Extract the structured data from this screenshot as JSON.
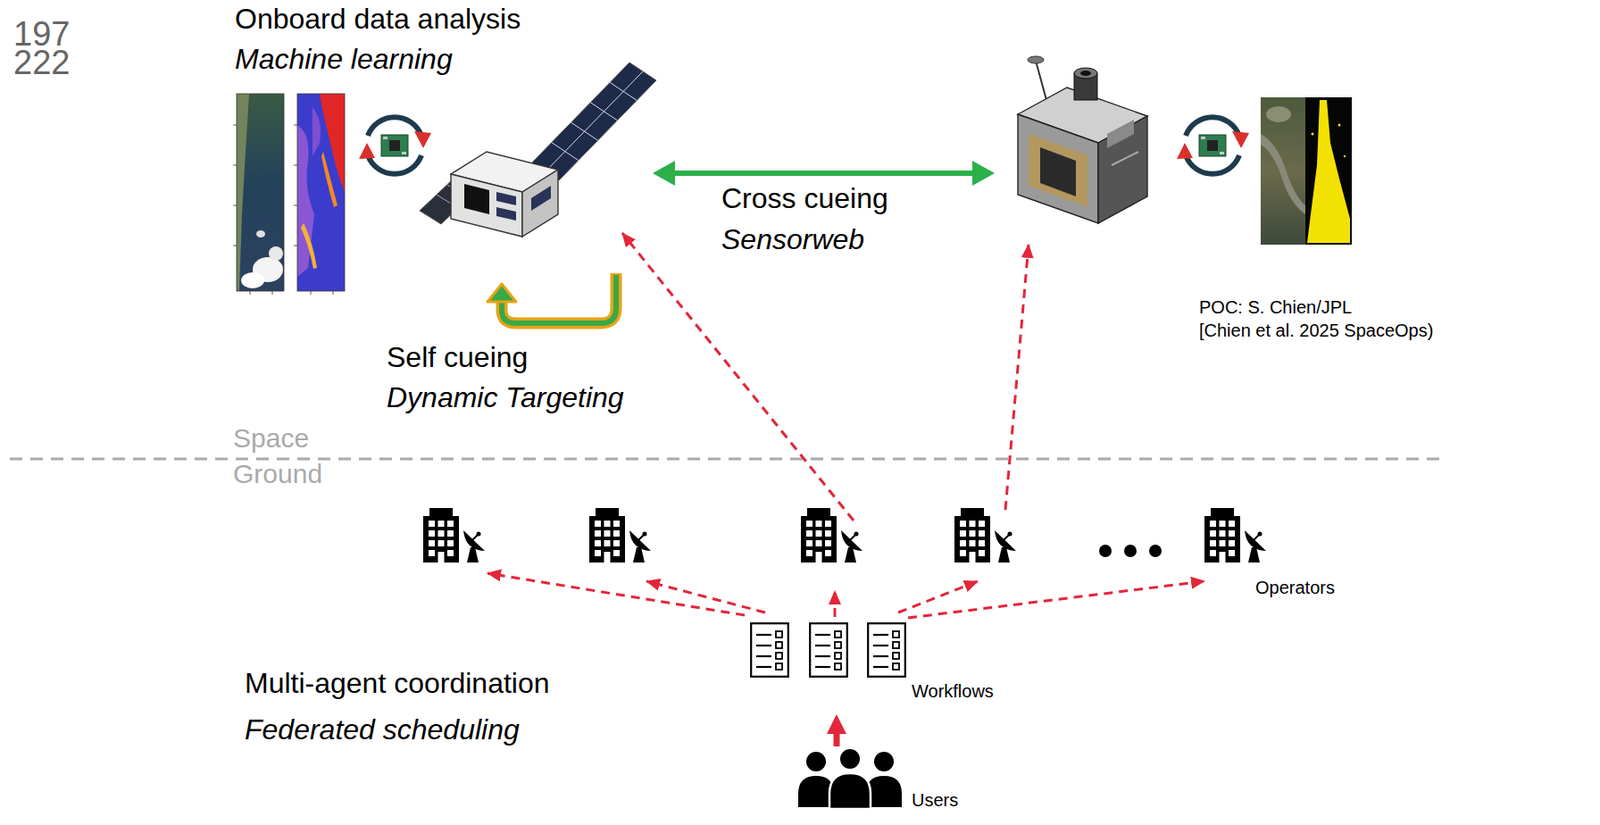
{
  "diagram": {
    "nodes": [
      {
        "text": [
          "Operators"
        ]
      },
      {
        "text": [
          "Workflows"
        ]
      },
      {
        "text": [
          "Users"
        ]
      }
    ],
    "edges": [
      {
        "from": 1,
        "to": 0,
        "arrow": "to"
      },
      {
        "from": 2,
        "to": 1,
        "arrow": "to"
      }
    ],
    "labels": [
      "197",
      "222",
      "Onboard data analysis",
      "Machine learning",
      "Cross cueing",
      "Sensorweb",
      "POC: S. Chien/JPL",
      "[Chien et al. 2025 SpaceOps)",
      "Self cueing",
      "Dynamic Targeting",
      "Space",
      "Ground",
      "Multi-agent coordination",
      "Federated scheduling"
    ]
  }
}
